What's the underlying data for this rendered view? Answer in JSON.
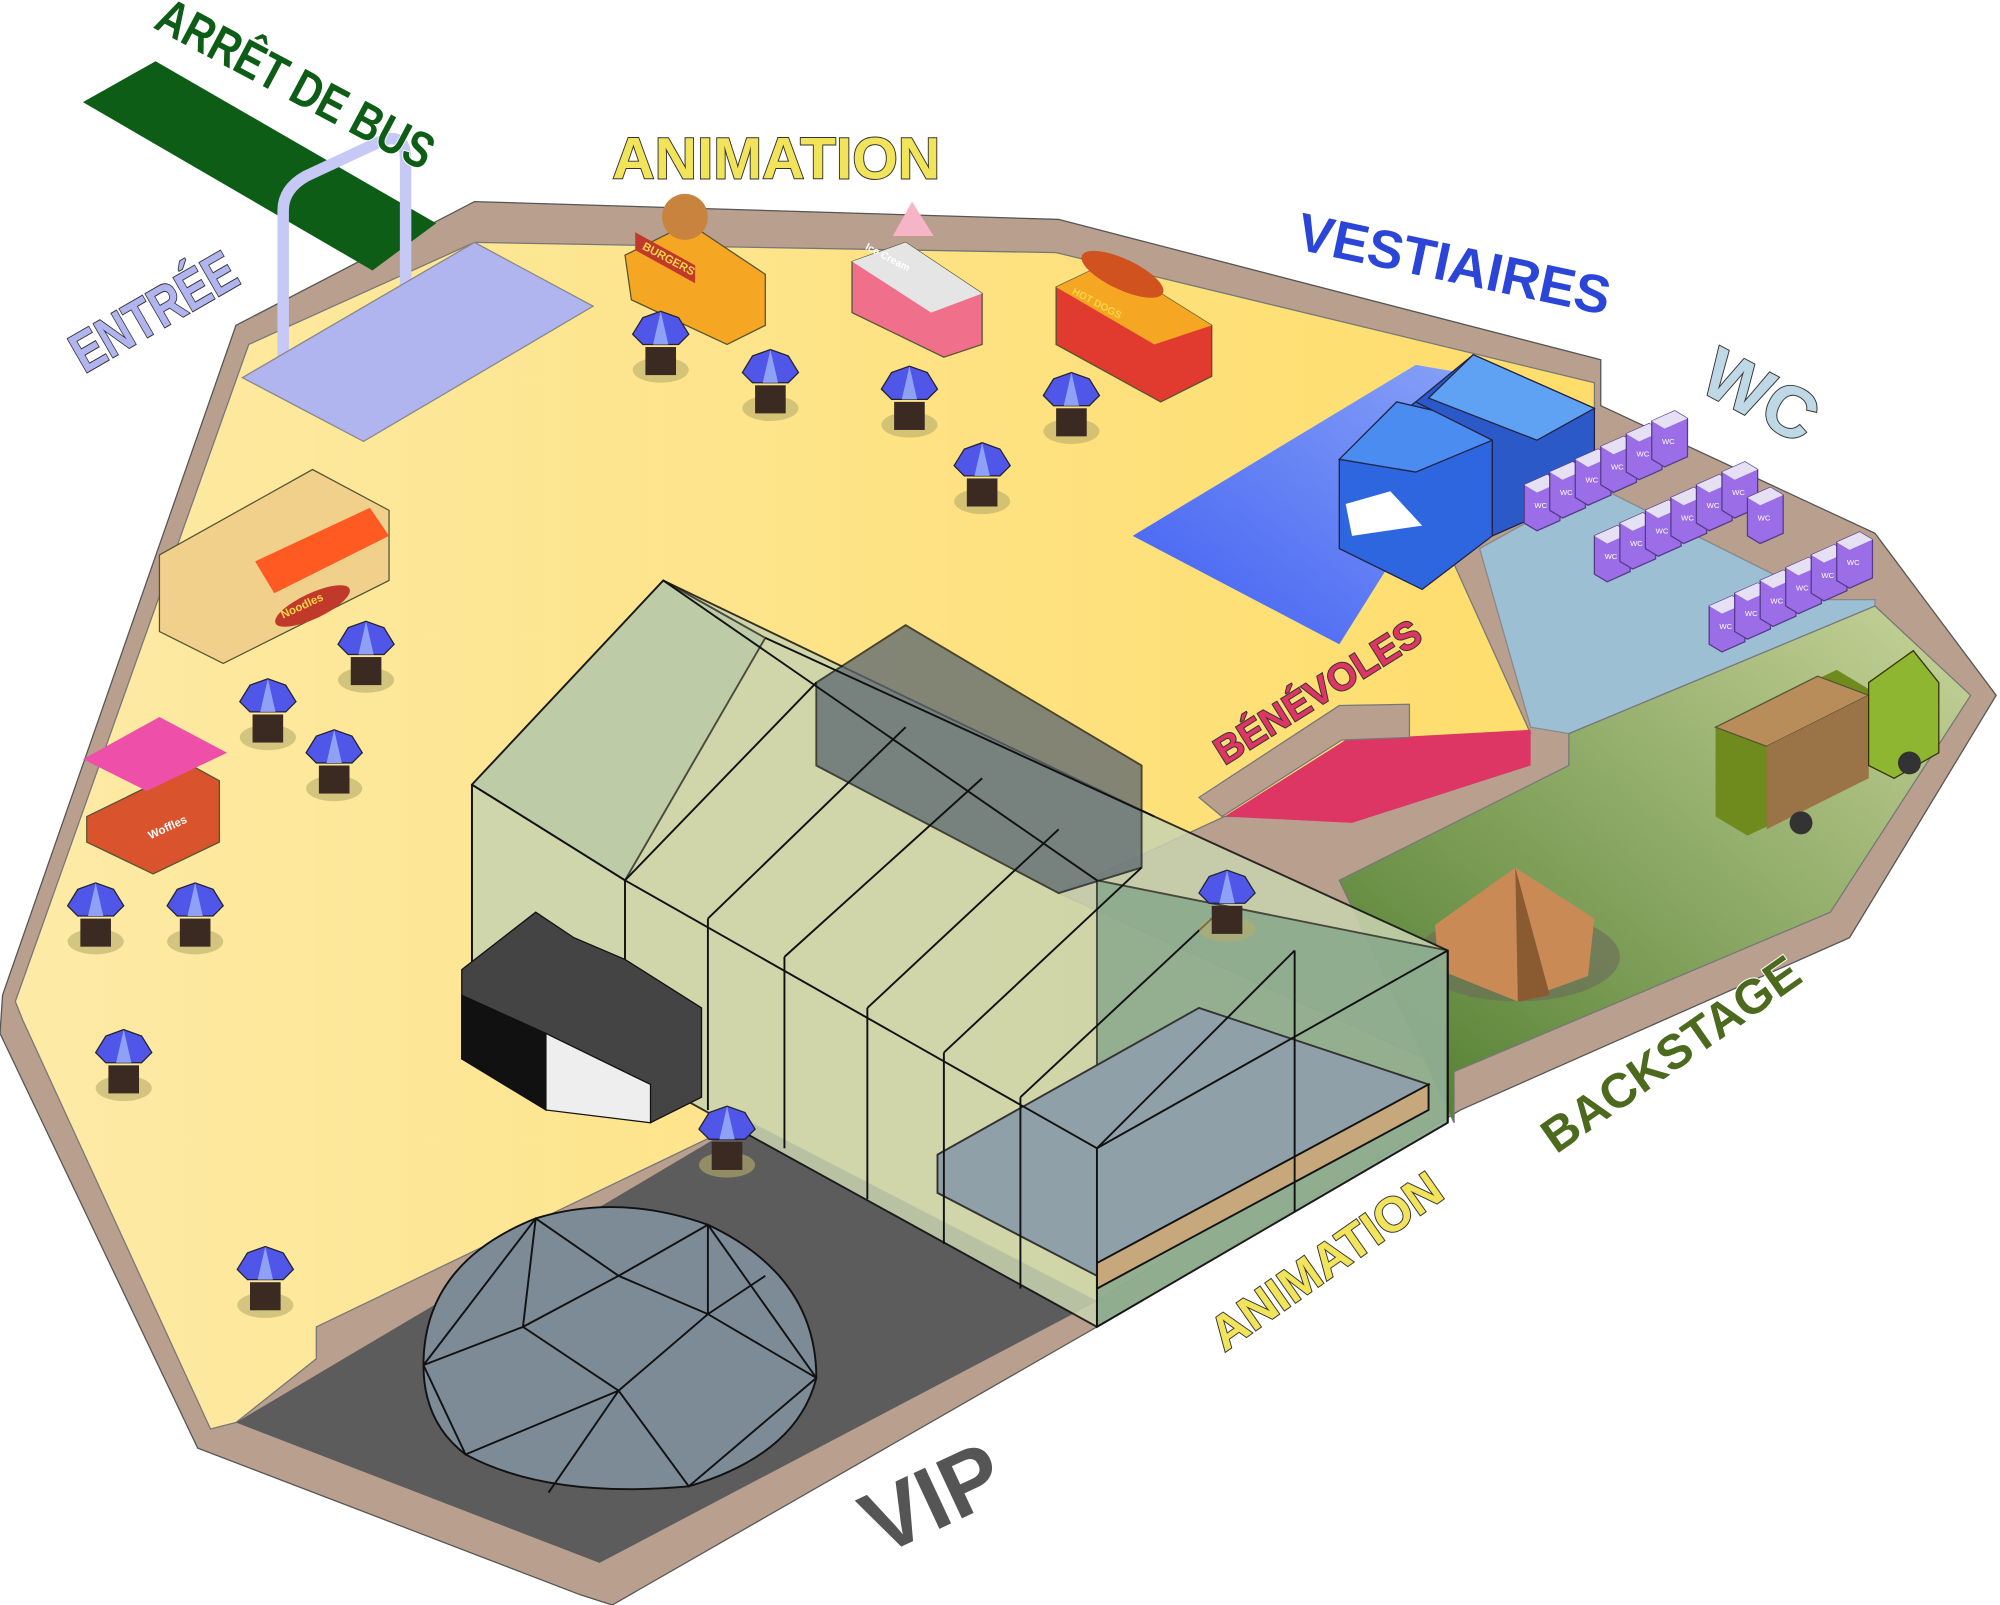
{
  "labels": {
    "bus_stop": "ARRÊT DE BUS",
    "entrance": "ENTRÉE",
    "animation_top": "ANIMATION",
    "cloakroom": "VESTIAIRES",
    "wc": "WC",
    "volunteers": "BÉNÉVOLES",
    "backstage": "BACKSTAGE",
    "animation_bottom": "ANIMATION",
    "vip": "VIP"
  },
  "food_trucks": [
    {
      "name": "BURGERS",
      "color": "#f5a623"
    },
    {
      "name": "Ice Cream",
      "color": "#ef6f8a"
    },
    {
      "name": "HOT DOGS",
      "color": "#e03b2e"
    },
    {
      "name": "Noodles",
      "color": "#f1d08c"
    },
    {
      "name": "Woffles",
      "color": "#d9532c"
    }
  ],
  "wc_sign": "WC",
  "colors": {
    "floor": "#fde9a0",
    "wall": "#b9a08e",
    "bus_stop": "#0d5d16",
    "entrance_zone": "#b0b4ef",
    "cloakroom_zone": "#4a6cf5",
    "wc_zone": "#9cbfd4",
    "volunteers_zone": "#dd3564",
    "backstage_zone": "#5d8a3a",
    "vip_zone": "#5c5c5c",
    "umbrella": "#5056e8"
  }
}
